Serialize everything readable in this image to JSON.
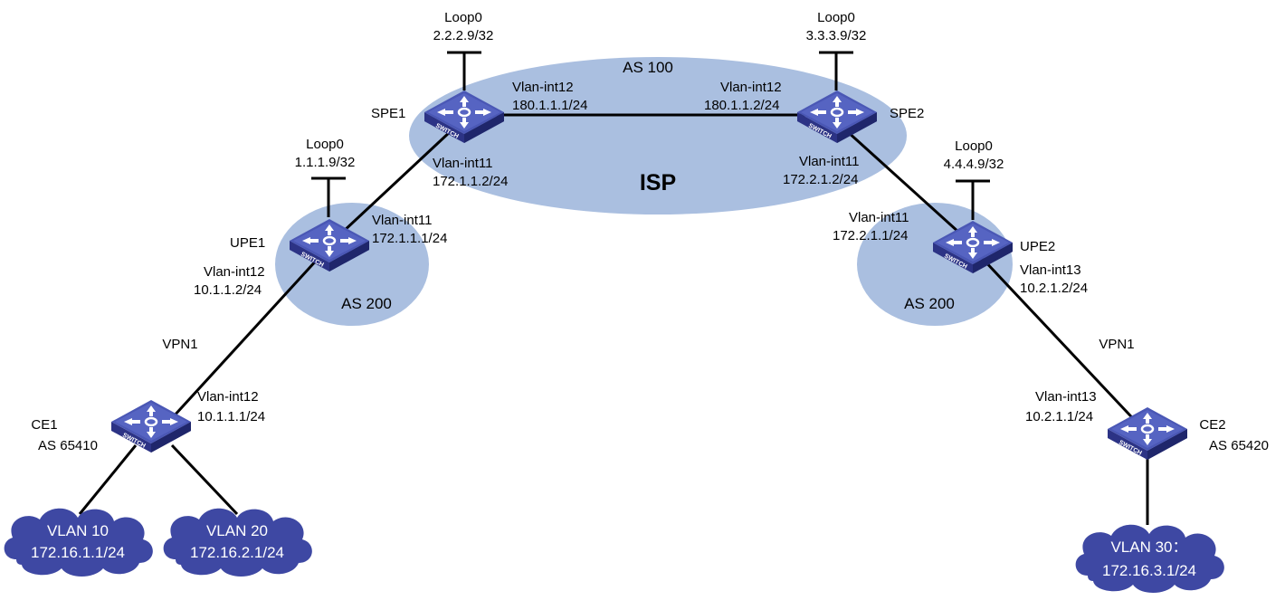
{
  "colors": {
    "as_region": "#aabfe0",
    "cloud": "#3e48a3",
    "switch_top": "#4a57b5",
    "switch_side": "#2c3385",
    "link": "#000000"
  },
  "regions": {
    "isp_as": "AS 100",
    "isp_name": "ISP",
    "upe1_as": "AS 200",
    "upe2_as": "AS 200"
  },
  "devices": {
    "spe1": {
      "name": "SPE1",
      "loop_label": "Loop0",
      "loop_ip": "2.2.2.9/32",
      "icon": "switch-icon",
      "badge": "SWITCH"
    },
    "spe2": {
      "name": "SPE2",
      "loop_label": "Loop0",
      "loop_ip": "3.3.3.9/32",
      "icon": "switch-icon",
      "badge": "SWITCH"
    },
    "upe1": {
      "name": "UPE1",
      "loop_label": "Loop0",
      "loop_ip": "1.1.1.9/32",
      "icon": "switch-icon",
      "badge": "SWITCH"
    },
    "upe2": {
      "name": "UPE2",
      "loop_label": "Loop0",
      "loop_ip": "4.4.4.9/32",
      "icon": "switch-icon",
      "badge": "SWITCH"
    },
    "ce1": {
      "name": "CE1",
      "as": "AS 65410",
      "icon": "switch-icon",
      "badge": "SWITCH"
    },
    "ce2": {
      "name": "CE2",
      "as": "AS 65420",
      "icon": "switch-icon",
      "badge": "SWITCH"
    }
  },
  "interfaces": {
    "spe1_vlan12": {
      "name": "Vlan-int12",
      "ip": "180.1.1.1/24"
    },
    "spe2_vlan12": {
      "name": "Vlan-int12",
      "ip": "180.1.1.2/24"
    },
    "spe1_vlan11": {
      "name": "Vlan-int11",
      "ip": "172.1.1.2/24"
    },
    "spe2_vlan11": {
      "name": "Vlan-int11",
      "ip": "172.2.1.2/24"
    },
    "upe1_vlan11": {
      "name": "Vlan-int11",
      "ip": "172.1.1.1/24"
    },
    "upe1_vlan12": {
      "name": "Vlan-int12",
      "ip": "10.1.1.2/24"
    },
    "upe2_vlan11": {
      "name": "Vlan-int11",
      "ip": "172.2.1.1/24"
    },
    "upe2_vlan13": {
      "name": "Vlan-int13",
      "ip": "10.2.1.2/24"
    },
    "ce1_vlan12": {
      "name": "Vlan-int12",
      "ip": "10.1.1.1/24"
    },
    "ce2_vlan13": {
      "name": "Vlan-int13",
      "ip": "10.2.1.1/24"
    }
  },
  "vpn_labels": {
    "left": "VPN1",
    "right": "VPN1"
  },
  "clouds": {
    "vlan10": {
      "name": "VLAN 10",
      "ip": "172.16.1.1/24"
    },
    "vlan20": {
      "name": "VLAN 20",
      "ip": "172.16.2.1/24"
    },
    "vlan30": {
      "name": "VLAN 30：",
      "ip": "172.16.3.1/24"
    }
  }
}
